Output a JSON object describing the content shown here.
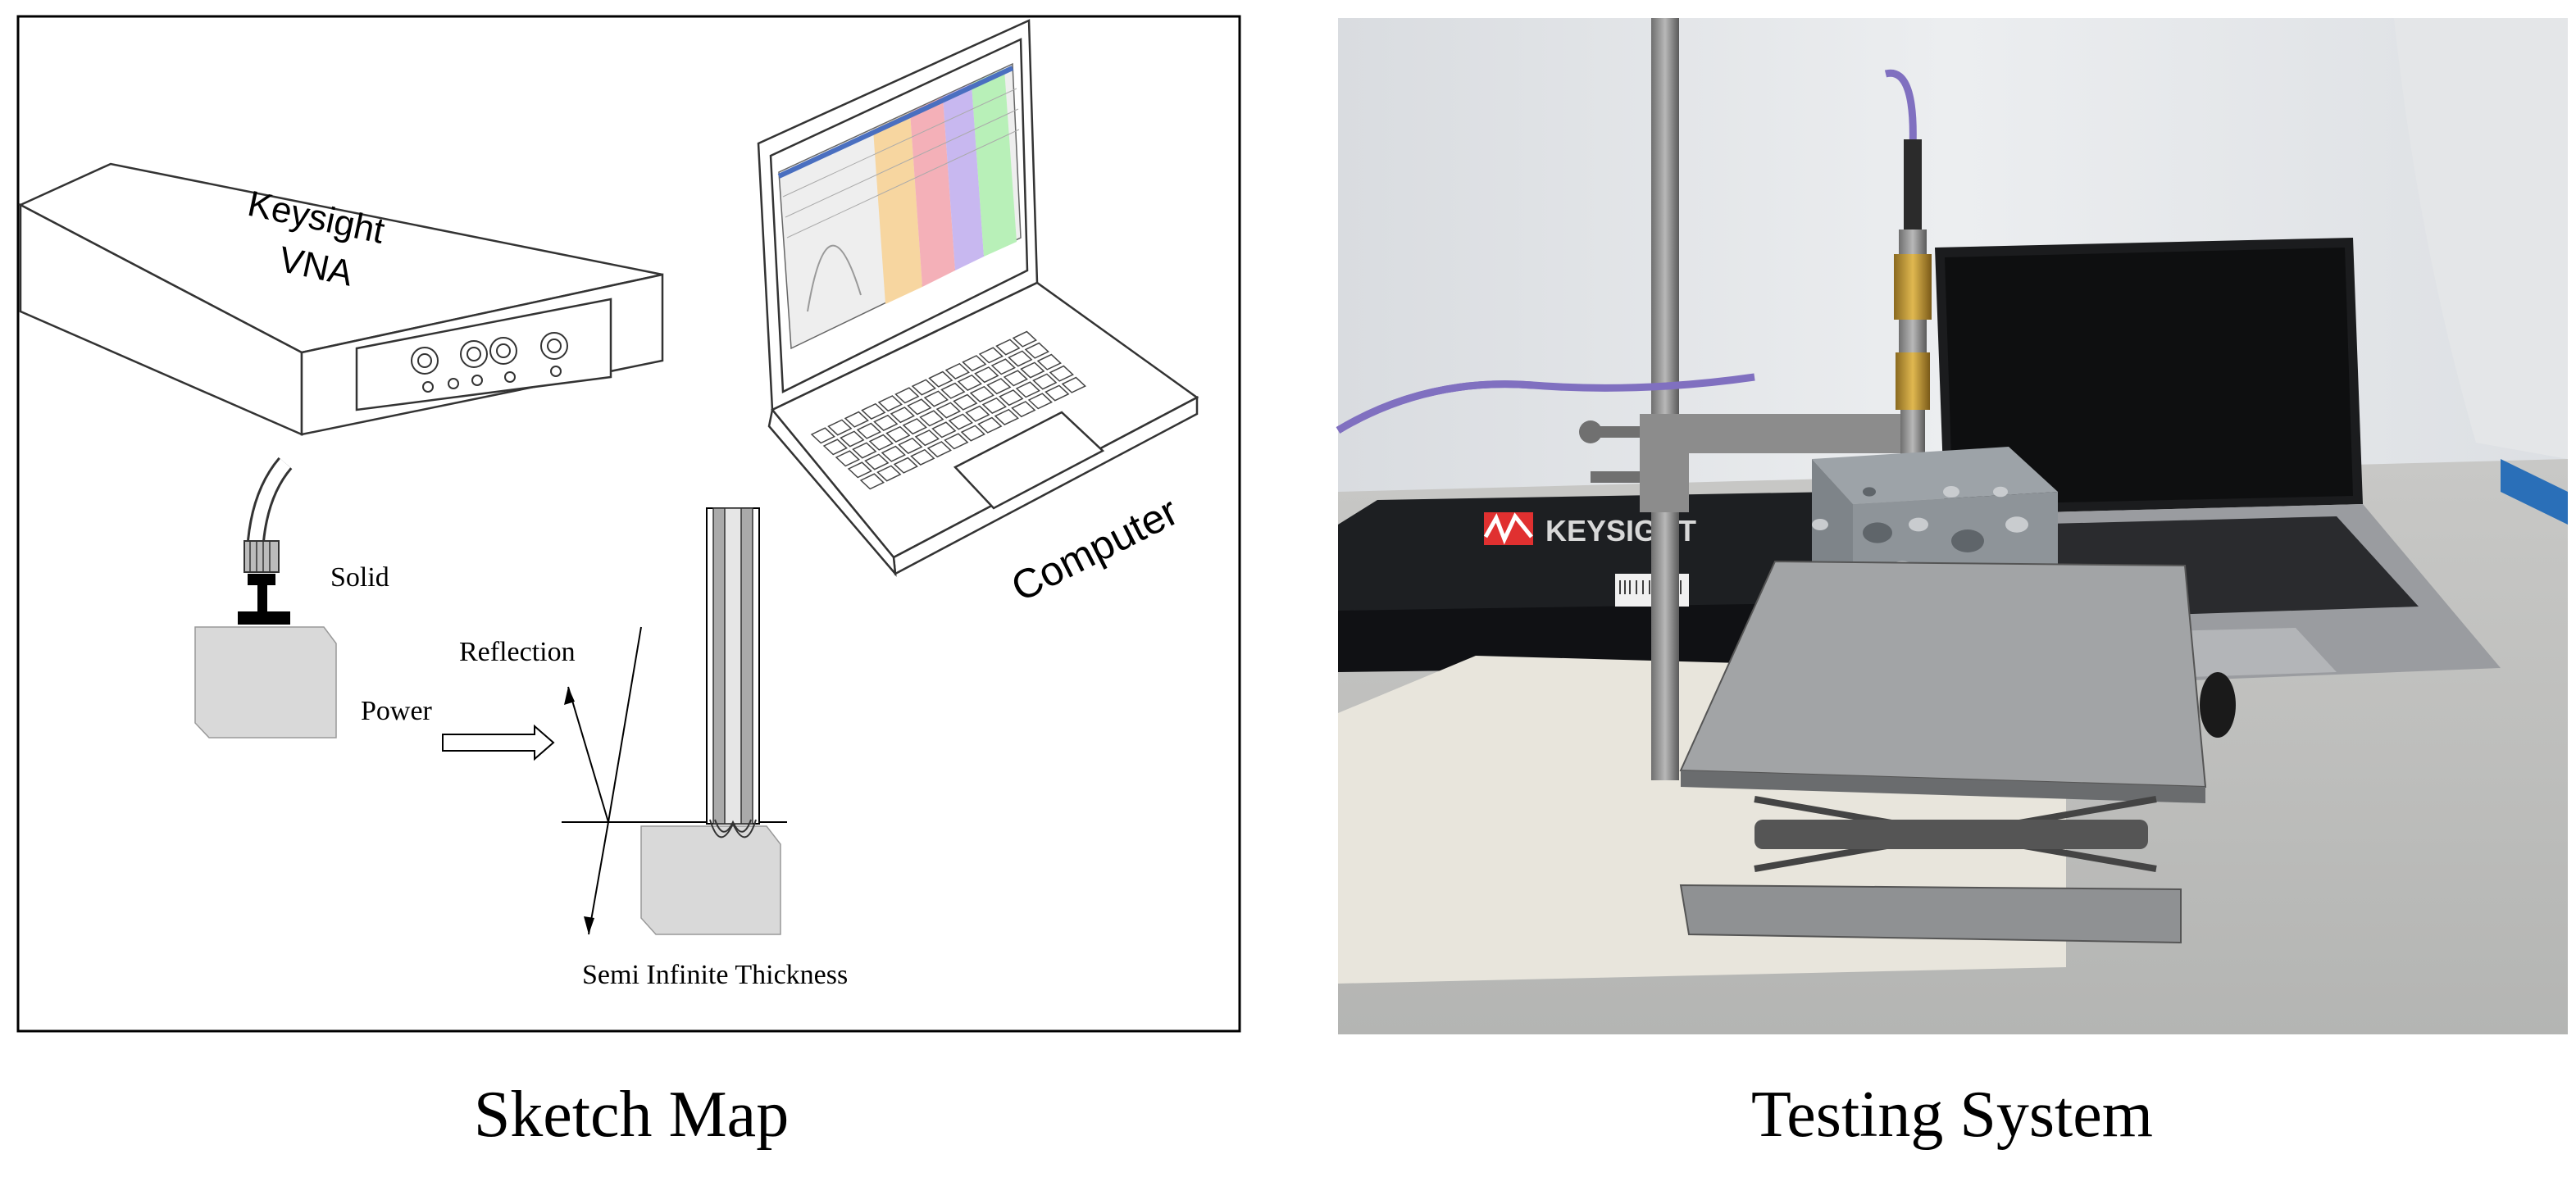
{
  "sketch": {
    "vna_label_line1": "Keysight",
    "vna_label_line2": "VNA",
    "computer_label": "Computer",
    "solid_label": "Solid",
    "reflection_label": "Reflection",
    "power_label": "Power",
    "semi_infinite_label": "Semi Infinite Thickness",
    "caption": "Sketch Map"
  },
  "photo": {
    "brand_label": "KEYSIGHT",
    "caption": "Testing System"
  }
}
